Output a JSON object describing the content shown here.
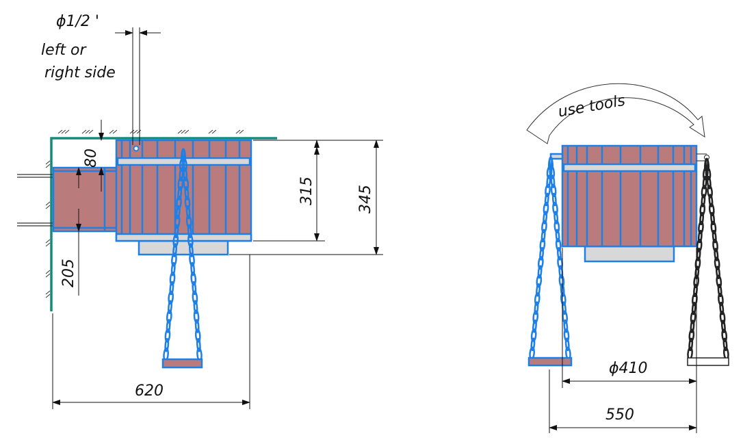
{
  "labels": {
    "pipe_size": "ϕ1/2 '",
    "side_note_1": "left or",
    "side_note_2": "right side",
    "dim_80": "80",
    "dim_205": "205",
    "dim_315": "315",
    "dim_345": "345",
    "dim_620": "620",
    "use_tools": "use tools",
    "dim_410": "ϕ410",
    "dim_550": "550"
  },
  "colors": {
    "wood": "#b97b7b",
    "frame": "#1e7fe6",
    "hoop": "#d8d8d8",
    "wall": "#178a7e",
    "chain_alt": "#222222"
  }
}
